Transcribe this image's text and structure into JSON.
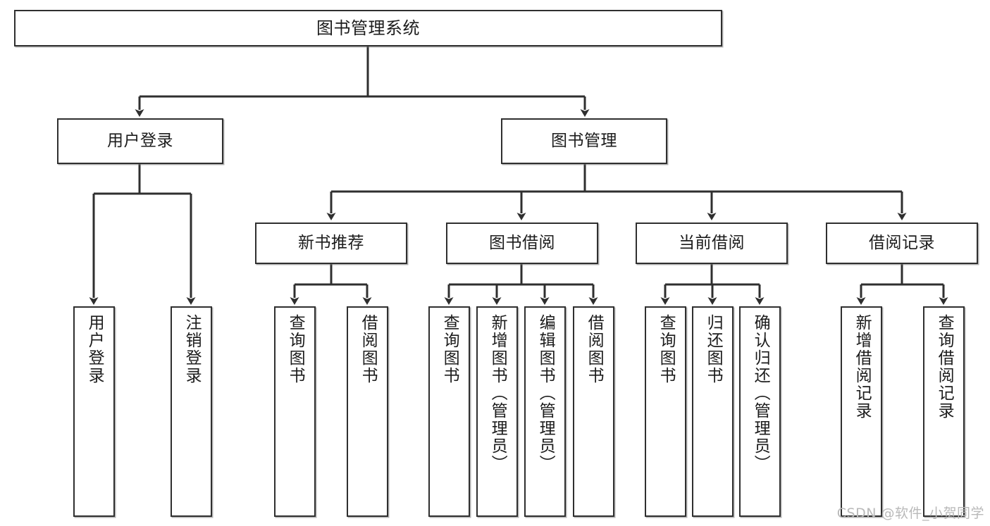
{
  "meta": {
    "title": "图书管理系统 功能结构图",
    "watermark": "CSDN @软件_小贺同学",
    "colors": {
      "box_border": "#2f2f2f",
      "box_fill": "#ffffff",
      "edge": "#2f2f2f",
      "text": "#1c1c1c",
      "watermark": "#b9b9b9",
      "canvas": "#ffffff"
    }
  },
  "nodes": {
    "root": {
      "label": "图书管理系统"
    },
    "level2": [
      {
        "id": "user-login",
        "label": "用户登录"
      },
      {
        "id": "book-manage",
        "label": "图书管理"
      }
    ],
    "level3": [
      {
        "id": "new-book-recommend",
        "label": "新书推荐"
      },
      {
        "id": "book-borrow",
        "label": "图书借阅"
      },
      {
        "id": "current-borrow",
        "label": "当前借阅"
      },
      {
        "id": "borrow-record",
        "label": "借阅记录"
      }
    ],
    "leaves": {
      "user-login": [
        {
          "id": "leaf-user-login",
          "label": "用户登录"
        },
        {
          "id": "leaf-logout",
          "label": "注销登录"
        }
      ],
      "new-book-recommend": [
        {
          "id": "leaf-query-book-1",
          "label": "查询图书"
        },
        {
          "id": "leaf-borrow-book-1",
          "label": "借阅图书"
        }
      ],
      "book-borrow": [
        {
          "id": "leaf-query-book-2",
          "label": "查询图书"
        },
        {
          "id": "leaf-add-book",
          "label": "新增图书（管理员）"
        },
        {
          "id": "leaf-edit-book",
          "label": "编辑图书（管理员）"
        },
        {
          "id": "leaf-borrow-book-2",
          "label": "借阅图书"
        }
      ],
      "current-borrow": [
        {
          "id": "leaf-query-book-3",
          "label": "查询图书"
        },
        {
          "id": "leaf-return-book",
          "label": "归还图书"
        },
        {
          "id": "leaf-confirm-return",
          "label": "确认归还（管理员）"
        }
      ],
      "borrow-record": [
        {
          "id": "leaf-add-record",
          "label": "新增借阅记录"
        },
        {
          "id": "leaf-query-record",
          "label": "查询借阅记录"
        }
      ]
    }
  },
  "chart_data": {
    "type": "diagram",
    "diagram_kind": "tree / functional-structure-chart",
    "title": "图书管理系统",
    "orientation": "top-down",
    "edge_style": "orthogonal-with-arrowheads",
    "tree": {
      "label": "图书管理系统",
      "children": [
        {
          "label": "用户登录",
          "children": [
            {
              "label": "用户登录",
              "children": []
            },
            {
              "label": "注销登录",
              "children": []
            }
          ]
        },
        {
          "label": "图书管理",
          "children": [
            {
              "label": "新书推荐",
              "children": [
                {
                  "label": "查询图书",
                  "children": []
                },
                {
                  "label": "借阅图书",
                  "children": []
                }
              ]
            },
            {
              "label": "图书借阅",
              "children": [
                {
                  "label": "查询图书",
                  "children": []
                },
                {
                  "label": "新增图书（管理员）",
                  "children": []
                },
                {
                  "label": "编辑图书（管理员）",
                  "children": []
                },
                {
                  "label": "借阅图书",
                  "children": []
                }
              ]
            },
            {
              "label": "当前借阅",
              "children": [
                {
                  "label": "查询图书",
                  "children": []
                },
                {
                  "label": "归还图书",
                  "children": []
                },
                {
                  "label": "确认归还（管理员）",
                  "children": []
                }
              ]
            },
            {
              "label": "借阅记录",
              "children": [
                {
                  "label": "新增借阅记录",
                  "children": []
                },
                {
                  "label": "查询借阅记录",
                  "children": []
                }
              ]
            }
          ]
        }
      ]
    },
    "counts": {
      "levels": 4,
      "total_nodes": 18,
      "leaf_nodes": 13
    }
  }
}
